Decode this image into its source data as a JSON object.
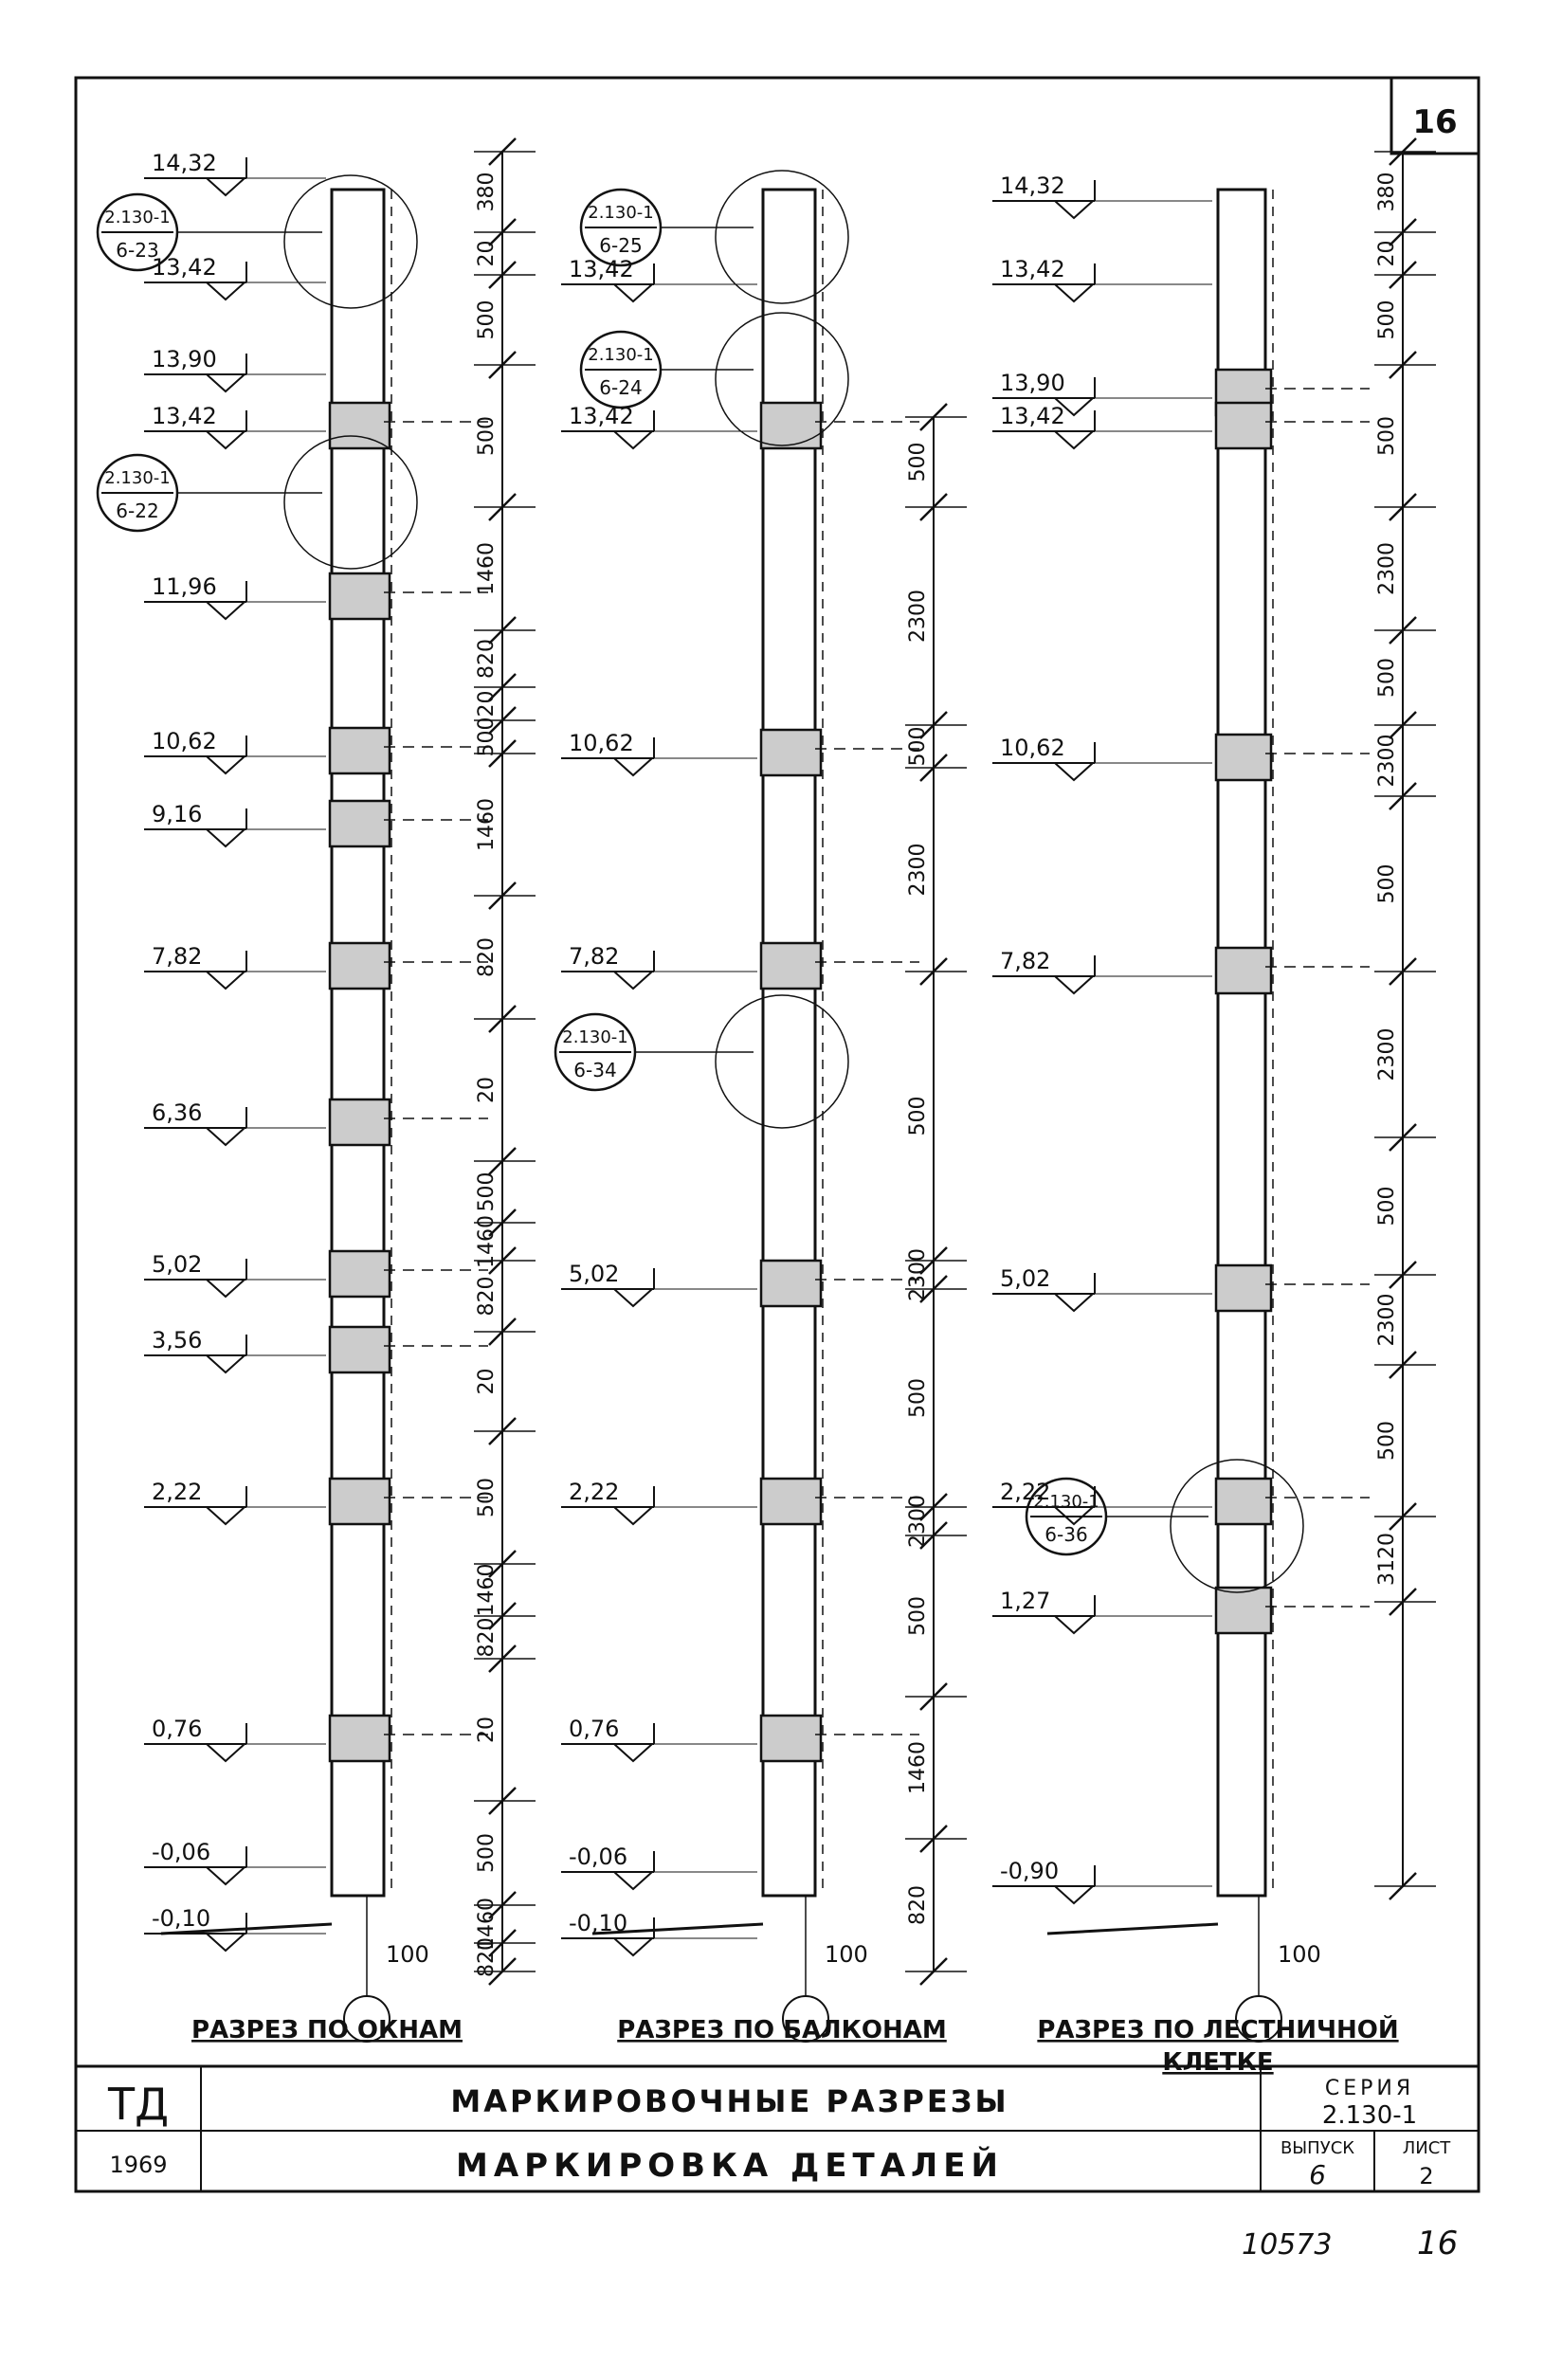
{
  "sheet_number": "16",
  "footer": {
    "archive_no": "10573",
    "sheet_no": "16"
  },
  "title_block": {
    "org": "ТД",
    "year": "1969",
    "title1": "МАРКИРОВОЧНЫЕ РАЗРЕЗЫ",
    "title2": "МАРКИРОВКА ДЕТАЛЕЙ",
    "series_label": "СЕРИЯ",
    "series_value": "2.130-1",
    "issue_label": "ВЫПУСК",
    "issue_value": "6",
    "sheet_label": "ЛИСТ",
    "sheet_value": "2"
  },
  "sections": [
    {
      "key": "windows",
      "title": "РАЗРЕЗ ПО ОКНАМ",
      "axis_offset": "100",
      "levels": [
        "14,32",
        "13,42",
        "13,90",
        "13,42",
        "11,96",
        "10,62",
        "9,16",
        "7,82",
        "6,36",
        "5,02",
        "3,56",
        "2,22",
        "0,76",
        "-0,06",
        "-0,10"
      ],
      "dims": [
        "380",
        "20",
        "500",
        "500",
        "1460",
        "820",
        "20",
        "500",
        "1460",
        "820",
        "20",
        "500",
        "1460",
        "820",
        "20",
        "500",
        "1460",
        "820",
        "20",
        "500",
        "1460",
        "820"
      ],
      "callouts": [
        {
          "top": "2.130-1",
          "bottom": "6-23"
        },
        {
          "top": "2.130-1",
          "bottom": "6-22"
        }
      ]
    },
    {
      "key": "balconies",
      "title": "РАЗРЕЗ ПО БАЛКОНАМ",
      "axis_offset": "100",
      "levels": [
        "13,42",
        "13,42",
        "10,62",
        "7,82",
        "5,02",
        "2,22",
        "0,76",
        "-0,06",
        "-0,10"
      ],
      "dims": [
        "500",
        "2300",
        "500",
        "2300",
        "500",
        "2300",
        "500",
        "2300",
        "500",
        "1460",
        "820"
      ],
      "callouts": [
        {
          "top": "2.130-1",
          "bottom": "6-25"
        },
        {
          "top": "2.130-1",
          "bottom": "6-24"
        },
        {
          "top": "2.130-1",
          "bottom": "6-34"
        }
      ]
    },
    {
      "key": "stairs",
      "title": "РАЗРЕЗ ПО ЛЕСТНИЧНОЙ КЛЕТКЕ",
      "axis_offset": "100",
      "levels": [
        "14,32",
        "13,42",
        "13,90",
        "13,42",
        "10,62",
        "7,82",
        "5,02",
        "2,22",
        "1,27",
        "-0,90"
      ],
      "dims": [
        "380",
        "20",
        "500",
        "500",
        "2300",
        "500",
        "2300",
        "500",
        "2300",
        "500",
        "2300",
        "500",
        "3120"
      ],
      "callouts": [
        {
          "top": "2.130-1",
          "bottom": "6-36"
        }
      ]
    }
  ]
}
